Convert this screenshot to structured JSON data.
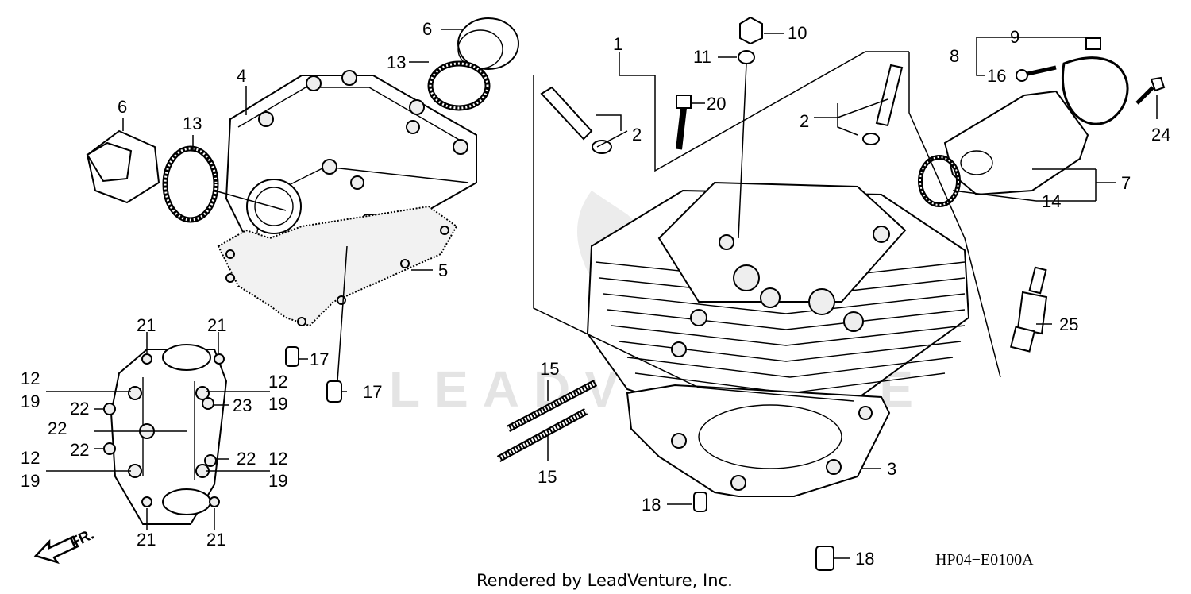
{
  "watermark": "LEADVENTURE",
  "diagram_code": "HP04−E0100A",
  "credit": "Rendered by LeadVenture, Inc.",
  "front_marker": "FR.",
  "callouts": {
    "c1": "1",
    "c2a": "2",
    "c2b": "2",
    "c3": "3",
    "c4": "4",
    "c5": "5",
    "c6a": "6",
    "c6b": "6",
    "c7": "7",
    "c8": "8",
    "c9": "9",
    "c10": "10",
    "c11": "11",
    "c12a": "12",
    "c12b": "12",
    "c12c": "12",
    "c12d": "12",
    "c13a": "13",
    "c13b": "13",
    "c14": "14",
    "c15a": "15",
    "c15b": "15",
    "c16": "16",
    "c17a": "17",
    "c17b": "17",
    "c18a": "18",
    "c18b": "18",
    "c19a": "19",
    "c19b": "19",
    "c19c": "19",
    "c19d": "19",
    "c20": "20",
    "c21a": "21",
    "c21b": "21",
    "c21c": "21",
    "c21d": "21",
    "c22a": "22",
    "c22b": "22",
    "c22c": "22",
    "c22d": "22",
    "c23": "23",
    "c24": "24",
    "c25": "25"
  }
}
